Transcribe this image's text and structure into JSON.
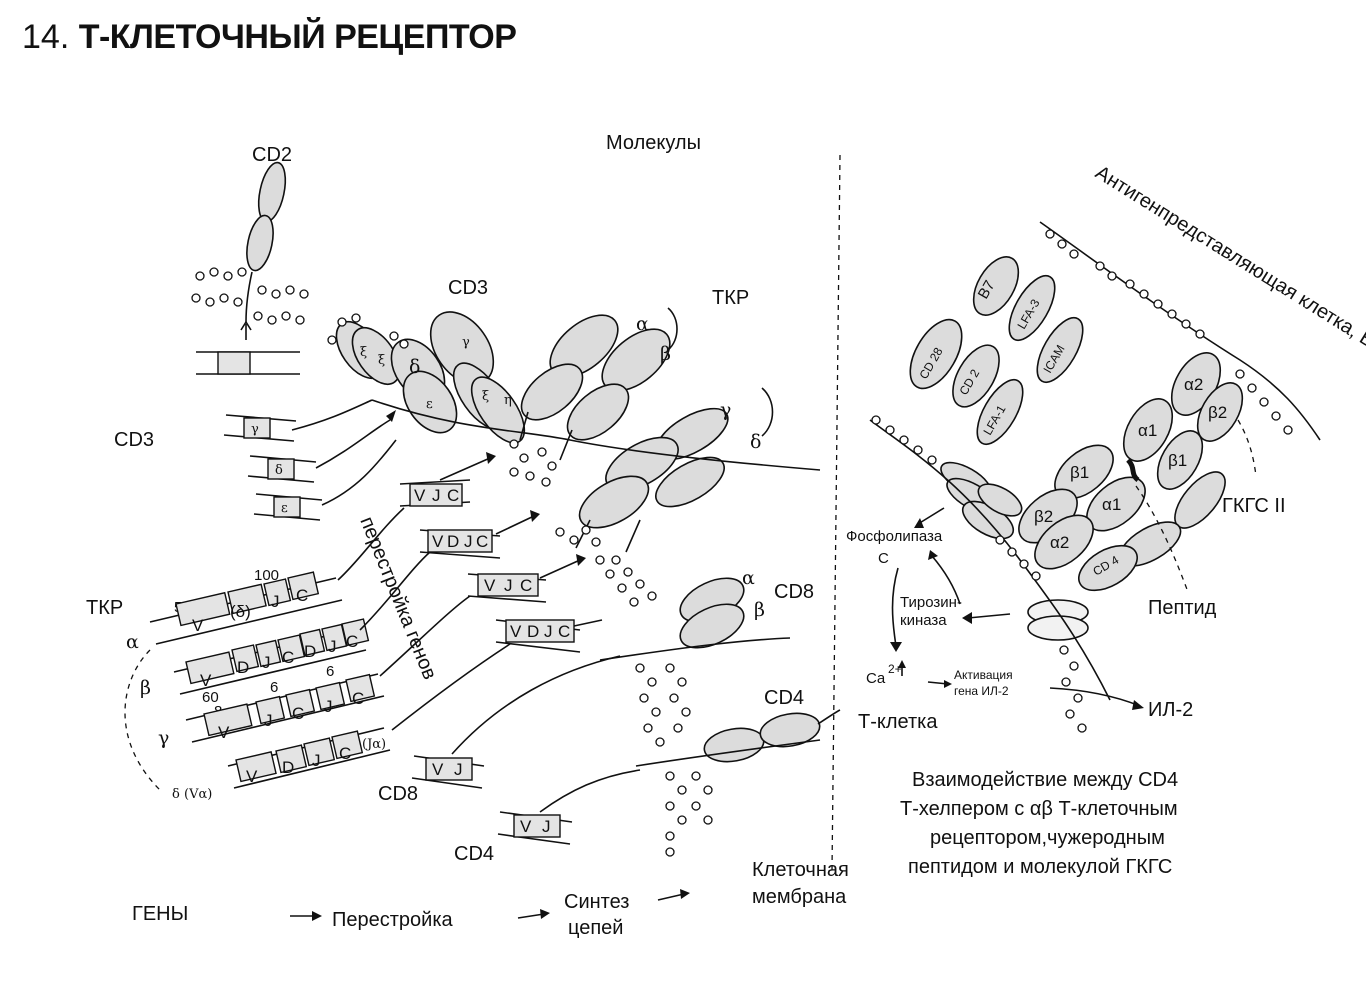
{
  "title": {
    "number": "14.",
    "text": "Т-КЛЕТОЧНЫЙ РЕЦЕПТОР"
  },
  "labels": {
    "molecules": "Молекулы",
    "apc": "Антигенпредставляющая клетка, В-лимфоцит",
    "cd2_top": "CD2",
    "cd3_gene": "CD3",
    "cd3_mol": "CD3",
    "tcr_mol": "ТКР",
    "tcr_gene": "ТКР",
    "cd8_mol": "CD8",
    "cd4_mol": "CD4",
    "cd8_gene": "CD8",
    "cd4_gene": "CD4",
    "rearrangement_vertical": "перестройка генов",
    "mhc2": "ГКГС II",
    "peptide": "Пептид",
    "phospholipase": "Фосфолипаза",
    "phospholipase_c": "С",
    "tyrosine1": "Тирозин-",
    "tyrosine2": "киназа",
    "ca": "Ca",
    "ca_sup": "2+",
    "activation1": "Активация",
    "activation2": "гена ИЛ-2",
    "il2": "ИЛ-2",
    "tcell": "Т-клетка",
    "membrane1": "Клеточная",
    "membrane2": "мембрана",
    "genes": "ГЕНЫ",
    "rearr": "Перестройка",
    "synth1": "Синтез",
    "synth2": "цепей"
  },
  "caption": [
    "Взаимодействие между CD4",
    "Т-хелпером с  αβ Т-клеточным",
    "рецептором,чужеродным",
    "пептидом и молекулой ГКГС"
  ],
  "gene_numbers": {
    "n50": "50",
    "n100": "100",
    "n6a": "6",
    "n6b": "6",
    "n60": "60",
    "n8": "8"
  },
  "gene_segments": {
    "alpha": [
      "V",
      "(δ)",
      "J",
      "C"
    ],
    "beta": [
      "V",
      "D",
      "J",
      "C",
      "D",
      "J",
      "C"
    ],
    "gamma": [
      "V",
      "J",
      "C",
      "J",
      "C"
    ],
    "delta": [
      "V",
      "D",
      "J",
      "C"
    ],
    "vjc": [
      "V",
      "J",
      "C"
    ],
    "vdjc": [
      "V",
      "D",
      "J",
      "C"
    ],
    "vj": [
      "V",
      "J"
    ],
    "cd3_boxes": [
      "γ",
      "δ",
      "ε"
    ]
  },
  "greek": {
    "alpha": "α",
    "beta": "β",
    "gamma": "γ",
    "delta": "δ",
    "ja": "(Jα)",
    "va": "(Vα)",
    "eps": "ε",
    "xi": "ξ",
    "eta": "η"
  },
  "right_molecules": {
    "b7": "B7",
    "lfa3": "LFA-3",
    "cd28": "CD 28",
    "icam": "ICAM",
    "cd2": "CD 2",
    "lfa1": "LFA-1",
    "a1": "α1",
    "a2": "α2",
    "b1": "β1",
    "b2": "β2",
    "cd4": "CD 4"
  }
}
